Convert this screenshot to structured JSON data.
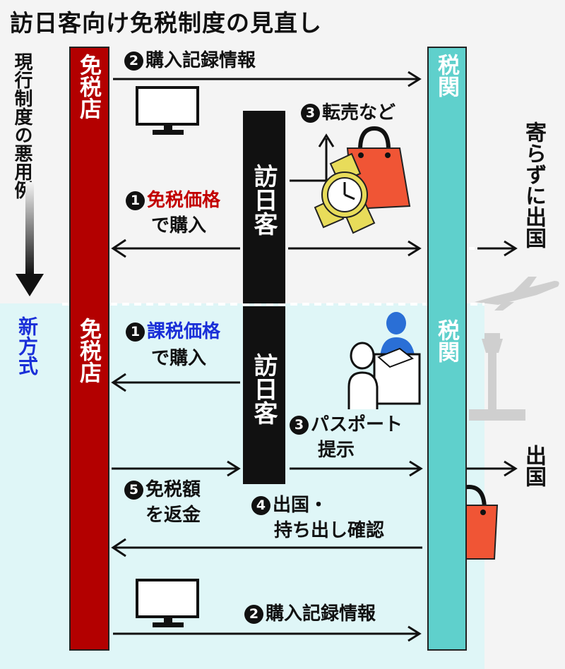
{
  "title": "訪日客向け免税制度の見直し",
  "sections": {
    "current_label": "現行制度の悪用例",
    "new_label": "新方式"
  },
  "actors": {
    "shop": "免税店",
    "customs": "税関",
    "visitor": "訪日客"
  },
  "current": {
    "record": {
      "num": "2",
      "text": "購入記録情報"
    },
    "purchase": {
      "num": "1",
      "highlight": "免税価格",
      "rest": "で購入"
    },
    "resale": {
      "num": "3",
      "text": "転売など"
    },
    "exit": "寄らずに出国"
  },
  "new": {
    "purchase": {
      "num": "1",
      "highlight": "課税価格",
      "rest": "で購入"
    },
    "passport": {
      "num": "3",
      "line1": "パスポート",
      "line2": "提示"
    },
    "exit": "出国",
    "refund": {
      "num": "5",
      "line1": "免税額",
      "line2": "を返金"
    },
    "confirm": {
      "num": "4",
      "line1": "出国・",
      "line2": "持ち出し確認"
    },
    "record": {
      "num": "2",
      "text": "購入記録情報"
    }
  },
  "colors": {
    "shop": "#b30000",
    "customs": "#5fd0cc",
    "visitor": "#111111",
    "new_zone": "#dff6f7",
    "highlight_tax_free": "#c20000",
    "highlight_taxed": "#1a2fd8",
    "bag": "#f05535",
    "watch": "#e8dc5a"
  },
  "icons": [
    "monitor-icon",
    "shopping-bag-icon",
    "wristwatch-icon",
    "airplane-icon",
    "control-tower-icon",
    "customs-officer-icon",
    "down-arrow-icon"
  ]
}
